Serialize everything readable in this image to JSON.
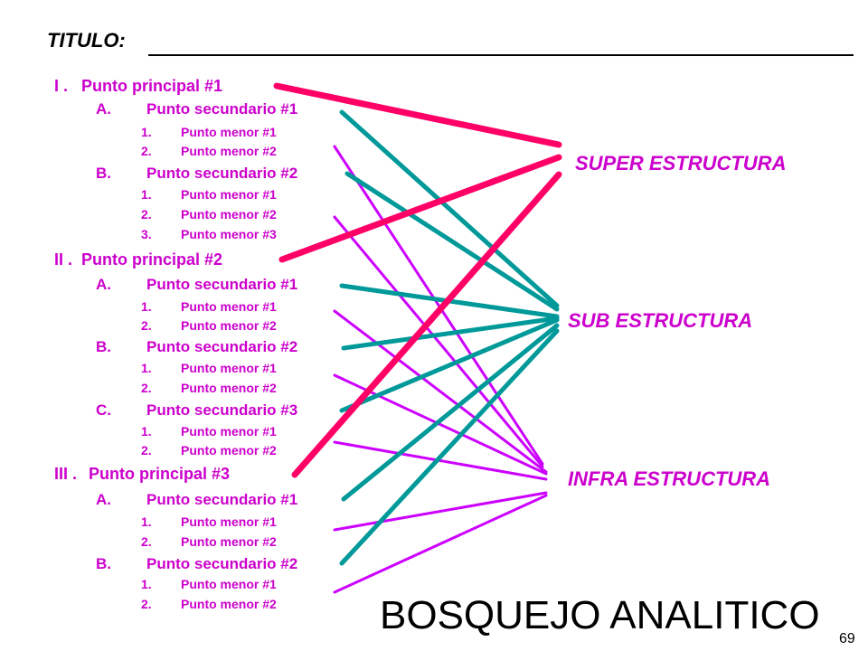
{
  "title": {
    "label": "TITULO:"
  },
  "outline": {
    "p1": {
      "num": "I .",
      "label": "Punto principal #1"
    },
    "p1a": {
      "num": "A.",
      "label": "Punto secundario #1"
    },
    "p1a1": {
      "num": "1.",
      "label": "Punto menor #1"
    },
    "p1a2": {
      "num": "2.",
      "label": "Punto menor #2"
    },
    "p1b": {
      "num": "B.",
      "label": "Punto secundario #2"
    },
    "p1b1": {
      "num": "1.",
      "label": "Punto menor #1"
    },
    "p1b2": {
      "num": "2.",
      "label": "Punto menor #2"
    },
    "p1b3": {
      "num": "3.",
      "label": "Punto menor #3"
    },
    "p2": {
      "num": "II .",
      "label": "Punto principal #2"
    },
    "p2a": {
      "num": "A.",
      "label": "Punto secundario #1"
    },
    "p2a1": {
      "num": "1.",
      "label": "Punto menor #1"
    },
    "p2a2": {
      "num": "2.",
      "label": "Punto menor #2"
    },
    "p2b": {
      "num": "B.",
      "label": "Punto secundario #2"
    },
    "p2b1": {
      "num": "1.",
      "label": "Punto menor #1"
    },
    "p2b2": {
      "num": "2.",
      "label": "Punto menor #2"
    },
    "p2c": {
      "num": "C.",
      "label": "Punto secundario #3"
    },
    "p2c1": {
      "num": "1.",
      "label": "Punto menor #1"
    },
    "p2c2": {
      "num": "2.",
      "label": "Punto menor #2"
    },
    "p3": {
      "num": "III .",
      "label": "Punto principal #3"
    },
    "p3a": {
      "num": "A.",
      "label": "Punto secundario #1"
    },
    "p3a1": {
      "num": "1.",
      "label": "Punto menor #1"
    },
    "p3a2": {
      "num": "2.",
      "label": "Punto menor #2"
    },
    "p3b": {
      "num": "B.",
      "label": "Punto secundario #2"
    },
    "p3b1": {
      "num": "1.",
      "label": "Punto menor #1"
    },
    "p3b2": {
      "num": "2.",
      "label": "Punto menor #2"
    }
  },
  "targets": {
    "super": "SUPER ESTRUCTURA",
    "sub": "SUB ESTRUCTURA",
    "infra": "INFRA ESTRUCTURA"
  },
  "footer": {
    "title": "BOSQUEJO ANALITICO",
    "page_number": "69"
  },
  "colors": {
    "text": "#cc00cc",
    "principal_connector": "#ff0066",
    "secundario_connector": "#009999",
    "menor_connector": "#cc00ff"
  },
  "connections": [
    {
      "from": "p1",
      "to": "super",
      "kind": "principal"
    },
    {
      "from": "p2",
      "to": "super",
      "kind": "principal"
    },
    {
      "from": "p3",
      "to": "super",
      "kind": "principal"
    },
    {
      "from": "p1a",
      "to": "sub",
      "kind": "secundario"
    },
    {
      "from": "p1b",
      "to": "sub",
      "kind": "secundario"
    },
    {
      "from": "p2a",
      "to": "sub",
      "kind": "secundario"
    },
    {
      "from": "p2b",
      "to": "sub",
      "kind": "secundario"
    },
    {
      "from": "p2c",
      "to": "sub",
      "kind": "secundario"
    },
    {
      "from": "p3a",
      "to": "sub",
      "kind": "secundario"
    },
    {
      "from": "p3b",
      "to": "sub",
      "kind": "secundario"
    },
    {
      "from": "p1a2",
      "to": "infra",
      "kind": "menor"
    },
    {
      "from": "p1b2",
      "to": "infra",
      "kind": "menor"
    },
    {
      "from": "p2a2",
      "to": "infra",
      "kind": "menor"
    },
    {
      "from": "p2b1",
      "to": "infra",
      "kind": "menor"
    },
    {
      "from": "p2c2",
      "to": "infra",
      "kind": "menor"
    },
    {
      "from": "p3a2",
      "to": "infra",
      "kind": "menor"
    },
    {
      "from": "p3b2",
      "to": "infra",
      "kind": "menor"
    }
  ]
}
